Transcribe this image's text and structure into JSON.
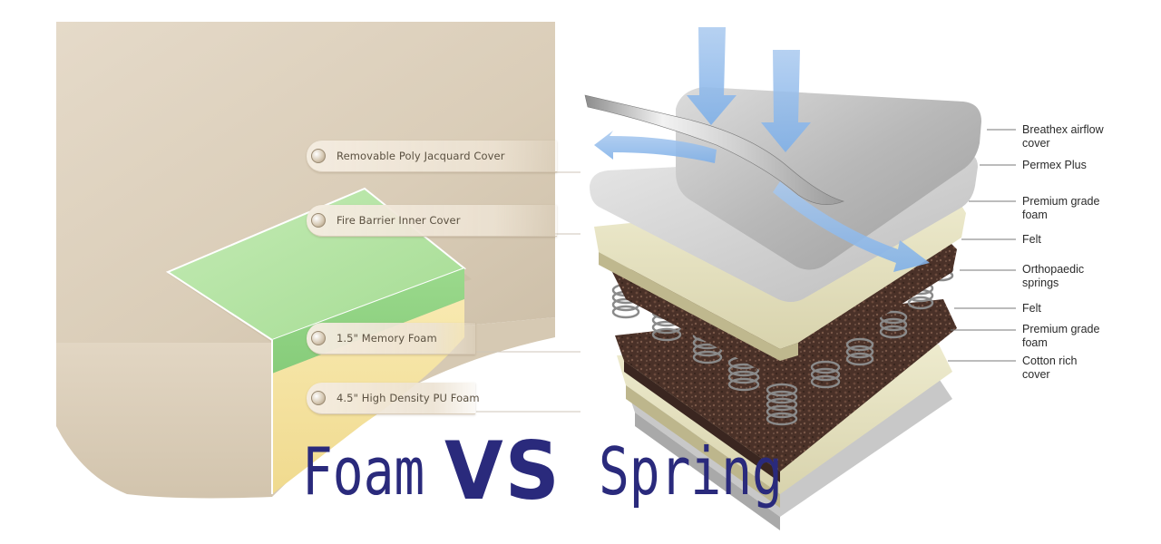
{
  "foam_mattress": {
    "layers": [
      {
        "label": "Removable Poly Jacquard Cover",
        "color": "#e0d5c2"
      },
      {
        "label": "Fire Barrier Inner Cover",
        "color": "#b7e1a5"
      },
      {
        "label": "1.5\" Memory Foam",
        "color": "#8fd08a"
      },
      {
        "label": "4.5\" High Density PU Foam",
        "color": "#f4e2a2"
      }
    ]
  },
  "spring_mattress": {
    "layers": [
      {
        "label": "Breathex airflow cover"
      },
      {
        "label": "Permex Plus"
      },
      {
        "label": "Premium grade foam"
      },
      {
        "label": "Felt"
      },
      {
        "label": "Orthopaedic springs"
      },
      {
        "label": "Felt"
      },
      {
        "label": "Premium grade foam"
      },
      {
        "label": "Cotton rich cover"
      }
    ]
  },
  "title": {
    "left": "Foam",
    "middle": "VS",
    "right": "Spring",
    "color": "#2a2a7c"
  }
}
